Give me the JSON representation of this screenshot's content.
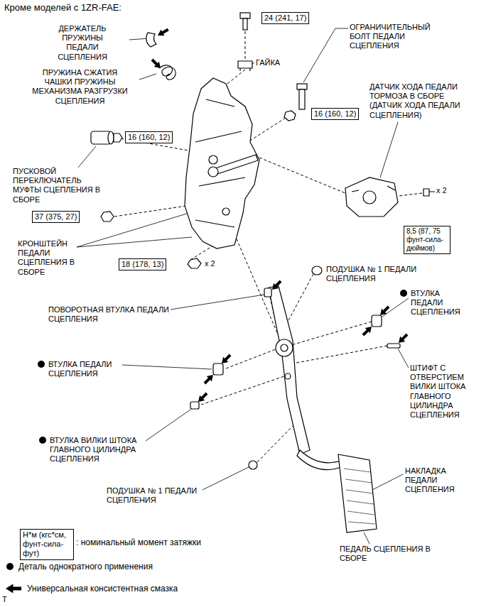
{
  "diagram": {
    "title": "Кроме моделей с 1ZR-FAE:",
    "nodes": [
      {
        "text": [
          "24 (241, 17)"
        ]
      },
      {
        "text": [
          "16 (160, 12)"
        ]
      },
      {
        "text": [
          "16 (160, 12)"
        ]
      },
      {
        "text": [
          "37 (375, 27)"
        ]
      },
      {
        "text": [
          "8,5 (87, 75 фунт-сила-дюймов)"
        ]
      },
      {
        "text": [
          "18 (178, 13)"
        ]
      },
      {
        "text": [
          "Н*м (кгс*см, фунт-сила-фут)"
        ]
      }
    ],
    "labels": [
      "ДЕРЖАТЕЛЬ ПРУЖИНЫ ПЕДАЛИ СЦЕПЛЕНИЯ",
      "ПРУЖИНА СЖАТИЯ ЧАШКИ ПРУЖИНЫ МЕХАНИЗМА РАЗГРУЗКИ СЦЕПЛЕНИЯ",
      "ГАЙКА",
      "ОГРАНИЧИТЕЛЬНЫЙ БОЛТ ПЕДАЛИ СЦЕПЛЕНИЯ",
      "ДАТЧИК ХОДА ПЕДАЛИ ТОРМОЗА В СБОРЕ (ДАТЧИК ХОДА ПЕДАЛИ СЦЕПЛЕНИЯ)",
      "ПУСКОВОЙ ПЕРЕКЛЮЧАТЕЛЬ МУФТЫ СЦЕПЛЕНИЯ В СБОРЕ",
      "КРОНШТЕЙН ПЕДАЛИ СЦЕПЛЕНИЯ В СБОРЕ",
      "x 2",
      "x 2",
      "ПОДУШКА № 1 ПЕДАЛИ СЦЕПЛЕНИЯ",
      "ВТУЛКА ПЕДАЛИ СЦЕПЛЕНИЯ",
      "ПОВОРОТНАЯ ВТУЛКА ПЕДАЛИ СЦЕПЛЕНИЯ",
      "ВТУЛКА ПЕДАЛИ СЦЕПЛЕНИЯ",
      "ШТИФТ С ОТВЕРСТИЕМ ВИЛКИ ШТОКА ГЛАВНОГО ЦИЛИНДРА СЦЕПЛЕНИЯ",
      "ВТУЛКА ВИЛКИ ШТОКА ГЛАВНОГО ЦИЛИНДРА СЦЕПЛЕНИЯ",
      "ПОДУШКА № 1 ПЕДАЛИ СЦЕПЛЕНИЯ",
      "НАКЛАДКА ПЕДАЛИ СЦЕПЛЕНИЯ",
      "ПЕДАЛЬ СЦЕПЛЕНИЯ В СБОРЕ",
      "T"
    ],
    "legend": [
      {
        "text": ": номинальный момент затяжки"
      },
      {
        "text": "Деталь однократного применения"
      },
      {
        "text": "Универсальная консистентная смазка"
      }
    ]
  }
}
